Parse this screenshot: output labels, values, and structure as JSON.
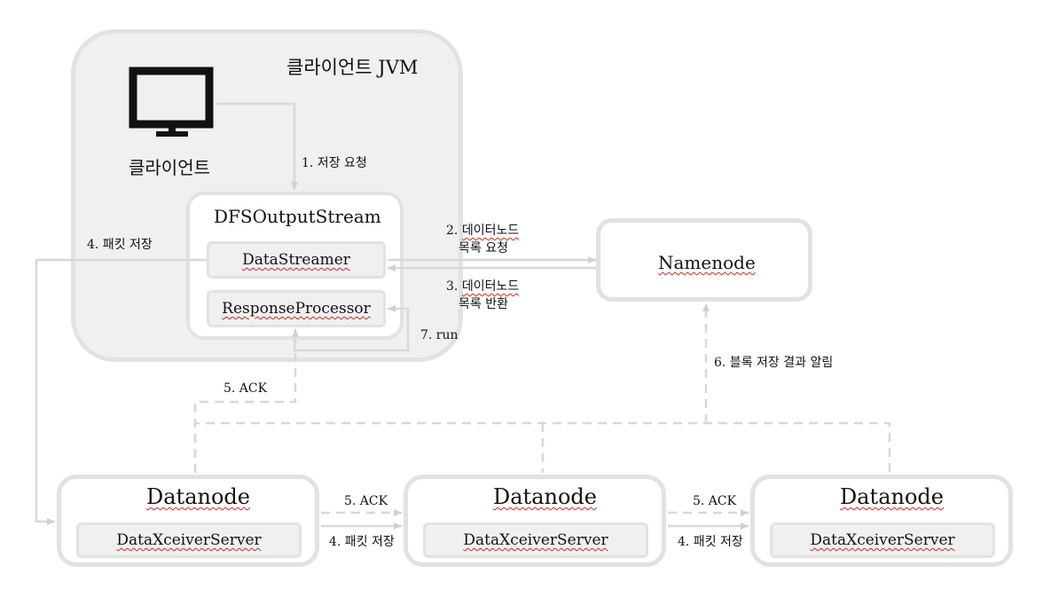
{
  "jvm": {
    "title": "클라이언트 JVM"
  },
  "client": {
    "label": "클라이언트",
    "icon": "monitor-icon"
  },
  "stream": {
    "title": "DFSOutputStream",
    "streamer": "DataStreamer",
    "processor": "ResponseProcessor"
  },
  "namenode": {
    "title": "Namenode"
  },
  "datanodes": [
    {
      "title": "Datanode",
      "server": "DataXceiverServer"
    },
    {
      "title": "Datanode",
      "server": "DataXceiverServer"
    },
    {
      "title": "Datanode",
      "server": "DataXceiverServer"
    }
  ],
  "steps": {
    "s1": "1. 저장 요청",
    "s2a": "2. 데이터노드",
    "s2b": "목록 요청",
    "s3a": "3. 데이터노드",
    "s3b": "목록 반환",
    "s4_client": "4. 패킷 저장",
    "s5_client": "5. ACK",
    "s6": "6. 블록 저장 결과 알림",
    "s7": "7. run",
    "s5_dn1": "5. ACK",
    "s4_dn1": "4. 패킷 저장",
    "s5_dn2": "5. ACK",
    "s4_dn2": "4. 패킷 저장"
  },
  "colors": {
    "line": "#d8d8d8",
    "box_fill": "#f0f0f0",
    "border": "#e2e2e2"
  }
}
